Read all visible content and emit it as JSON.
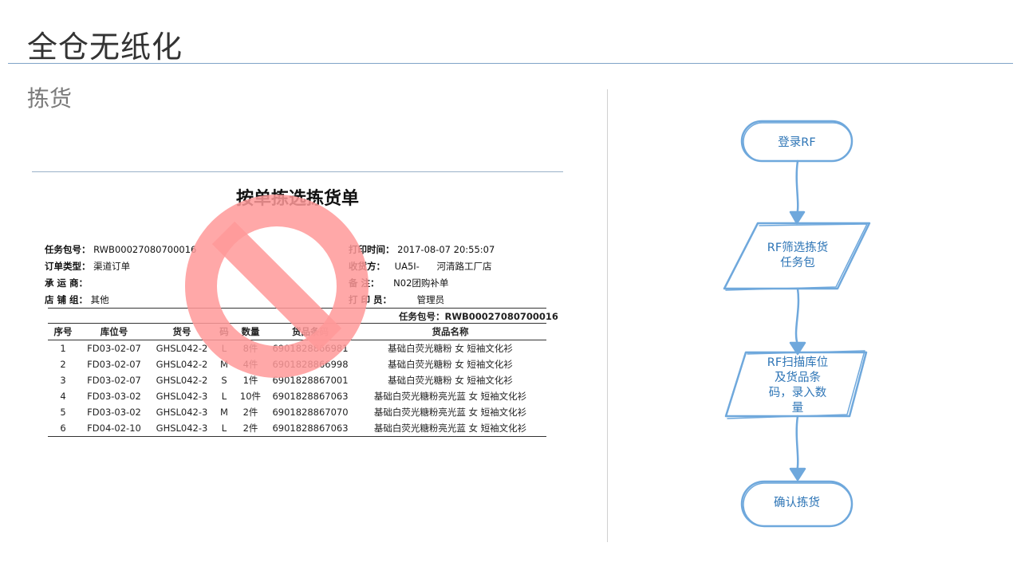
{
  "slide": {
    "title": "全仓无纸化",
    "subtitle": "拣货"
  },
  "document": {
    "title": "按单拣选拣货单",
    "fields": {
      "task_pkg_label": "任务包号：",
      "task_pkg_value": "RWB00027080700016",
      "order_type_label": "订单类型：",
      "order_type_value": "渠道订单",
      "carrier_label": "承 运 商：",
      "carrier_value": "",
      "store_group_label": "店 铺 组：",
      "store_group_value": "其他",
      "print_time_label": "打印时间：",
      "print_time_value": "2017-08-07 20:55:07",
      "receiver_label": "收货方：",
      "receiver_code": "UA5I-",
      "receiver_name": "河清路工厂店",
      "remark_label": "备 注：",
      "remark_value": "N02团购补单",
      "printer_label": "打 印 员：",
      "printer_value": "管理员"
    },
    "task_line": "任务包号：RWB00027080700016",
    "columns": [
      "序号",
      "库位号",
      "货号",
      "码",
      "数量",
      "货品条码",
      "货品名称"
    ],
    "rows": [
      [
        "1",
        "FD03-02-07",
        "GHSL042-2",
        "L",
        "8件",
        "6901828866981",
        "基础白荧光糖粉 女 短袖文化衫"
      ],
      [
        "2",
        "FD03-02-07",
        "GHSL042-2",
        "M",
        "4件",
        "6901828866998",
        "基础白荧光糖粉 女 短袖文化衫"
      ],
      [
        "3",
        "FD03-02-07",
        "GHSL042-2",
        "S",
        "1件",
        "6901828867001",
        "基础白荧光糖粉 女 短袖文化衫"
      ],
      [
        "4",
        "FD03-03-02",
        "GHSL042-3",
        "L",
        "10件",
        "6901828867063",
        "基础白荧光糖粉亮光蓝 女 短袖文化衫"
      ],
      [
        "5",
        "FD03-03-02",
        "GHSL042-3",
        "M",
        "2件",
        "6901828867070",
        "基础白荧光糖粉亮光蓝 女 短袖文化衫"
      ],
      [
        "6",
        "FD04-02-10",
        "GHSL042-3",
        "L",
        "2件",
        "6901828867063",
        "基础白荧光糖粉亮光蓝 女 短袖文化衫"
      ]
    ]
  },
  "flowchart": {
    "nodes": [
      {
        "shape": "terminator",
        "label": "登录RF"
      },
      {
        "shape": "parallelogram",
        "label_lines": [
          "RF筛选拣货",
          "任务包"
        ]
      },
      {
        "shape": "parallelogram",
        "label_lines": [
          "RF扫描库位",
          "及货品条",
          "码，录入数",
          "量"
        ]
      },
      {
        "shape": "terminator",
        "label": "确认拣货"
      }
    ],
    "colors": {
      "stroke": "#6fa8dc",
      "text": "#2e75b6"
    }
  },
  "overlay": {
    "icon": "prohibited-icon",
    "color": "#ff9999"
  }
}
